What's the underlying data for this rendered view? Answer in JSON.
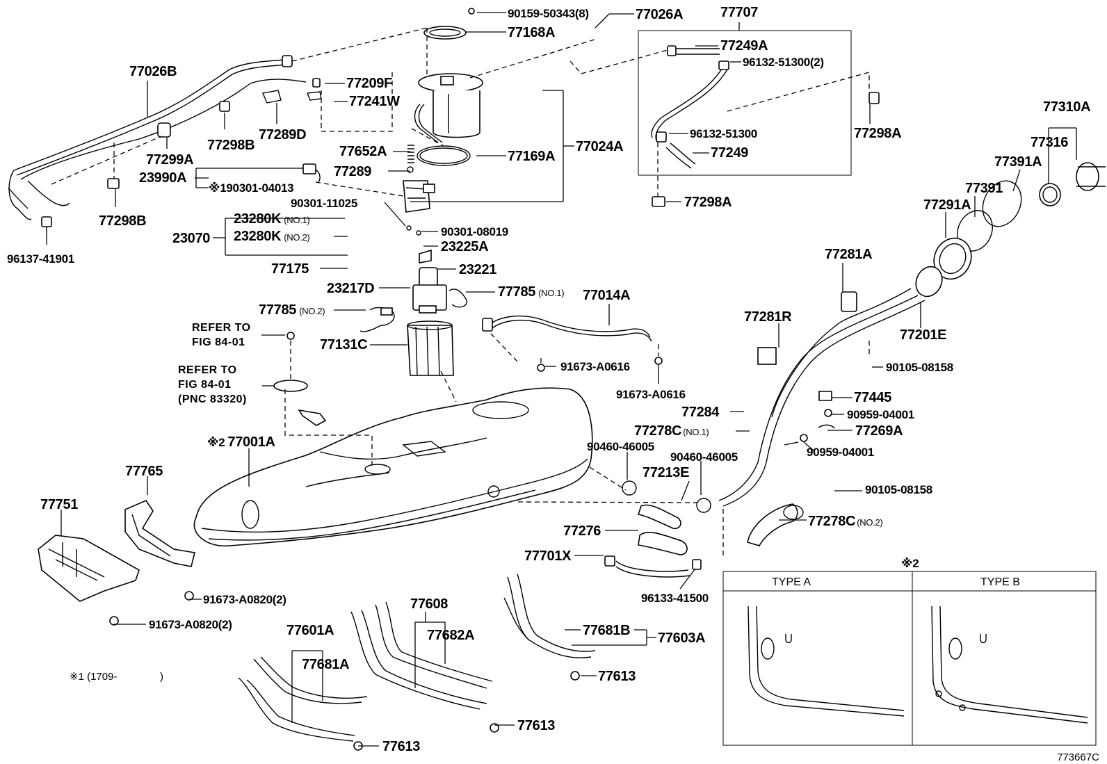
{
  "diagram_id": "773667C",
  "labels": {
    "p90159_50343": "90159-50343(8)",
    "p77026A": "77026A",
    "p77707": "77707",
    "p77168A": "77168A",
    "p77249A": "77249A",
    "p96132_51300_2": "96132-51300(2)",
    "p77026B": "77026B",
    "p77209F": "77209F",
    "p77241W": "77241W",
    "p77024A": "77024A",
    "p77298A_top": "77298A",
    "p96132_51300": "96132-51300",
    "p77249": "77249",
    "p77310A": "77310A",
    "p77316": "77316",
    "p77299A": "77299A",
    "p77298B_top": "77298B",
    "p77289D": "77289D",
    "p77652A": "77652A",
    "p77169A": "77169A",
    "p77289": "77289",
    "p77391A": "77391A",
    "p23990A": "23990A",
    "p190301_04013": "※190301-04013",
    "p77391": "77391",
    "p77291A": "77291A",
    "p77298A_mid": "77298A",
    "p90301_11025": "90301-11025",
    "p77298B_low": "77298B",
    "p23280K_1": "23280K",
    "p23280K_1_note": "(NO.1)",
    "p23070": "23070",
    "p23280K_2": "23280K",
    "p23280K_2_note": "(NO.2)",
    "p90301_08019": "90301-08019",
    "p23225A": "23225A",
    "p77281A": "77281A",
    "p96137_41901": "96137-41901",
    "p77175": "77175",
    "p23221": "23221",
    "p23217D": "23217D",
    "p77785_1": "77785",
    "p77785_1_note": "(NO.1)",
    "p77014A": "77014A",
    "p77201E": "77201E",
    "p77785_2": "77785",
    "p77785_2_note": "(NO.2)",
    "p77281R": "77281R",
    "ref1_line1": "REFER TO",
    "ref1_line2": "FIG 84-01",
    "p77131C": "77131C",
    "p91673_A0616_a": "91673-A0616",
    "p90105_08158_a": "90105-08158",
    "ref2_line1": "REFER TO",
    "ref2_line2": "FIG 84-01",
    "ref2_line3": "(PNC 83320)",
    "p91673_A0616_b": "91673-A0616",
    "p77445": "77445",
    "p77284": "77284",
    "p90959_04001_a": "90959-04001",
    "p77278C_1": "77278C",
    "p77278C_1_note": "(NO.1)",
    "p77269A": "77269A",
    "p77001A": "77001A",
    "p77001A_mark": "※2",
    "p90460_46005_a": "90460-46005",
    "p90959_04001_b": "90959-04001",
    "p90460_46005_b": "90460-46005",
    "p77765": "77765",
    "p77213E": "77213E",
    "p90105_08158_b": "90105-08158",
    "p77751": "77751",
    "p77278C_2": "77278C",
    "p77278C_2_note": "(NO.2)",
    "p77276": "77276",
    "p77701X": "77701X",
    "mark2": "※2",
    "p91673_A0820_a": "91673-A0820(2)",
    "p96133_41500": "96133-41500",
    "p77608": "77608",
    "p91673_A0820_b": "91673-A0820(2)",
    "p77681B": "77681B",
    "p77603A": "77603A",
    "p77601A": "77601A",
    "p77682A": "77682A",
    "p77681A": "77681A",
    "p77613_a": "77613",
    "mark1": "※1 (1709-",
    "mark1_close": ")",
    "p77613_b": "77613",
    "p77613_c": "77613"
  },
  "inset": {
    "type_a": "TYPE A",
    "type_b": "TYPE B"
  }
}
